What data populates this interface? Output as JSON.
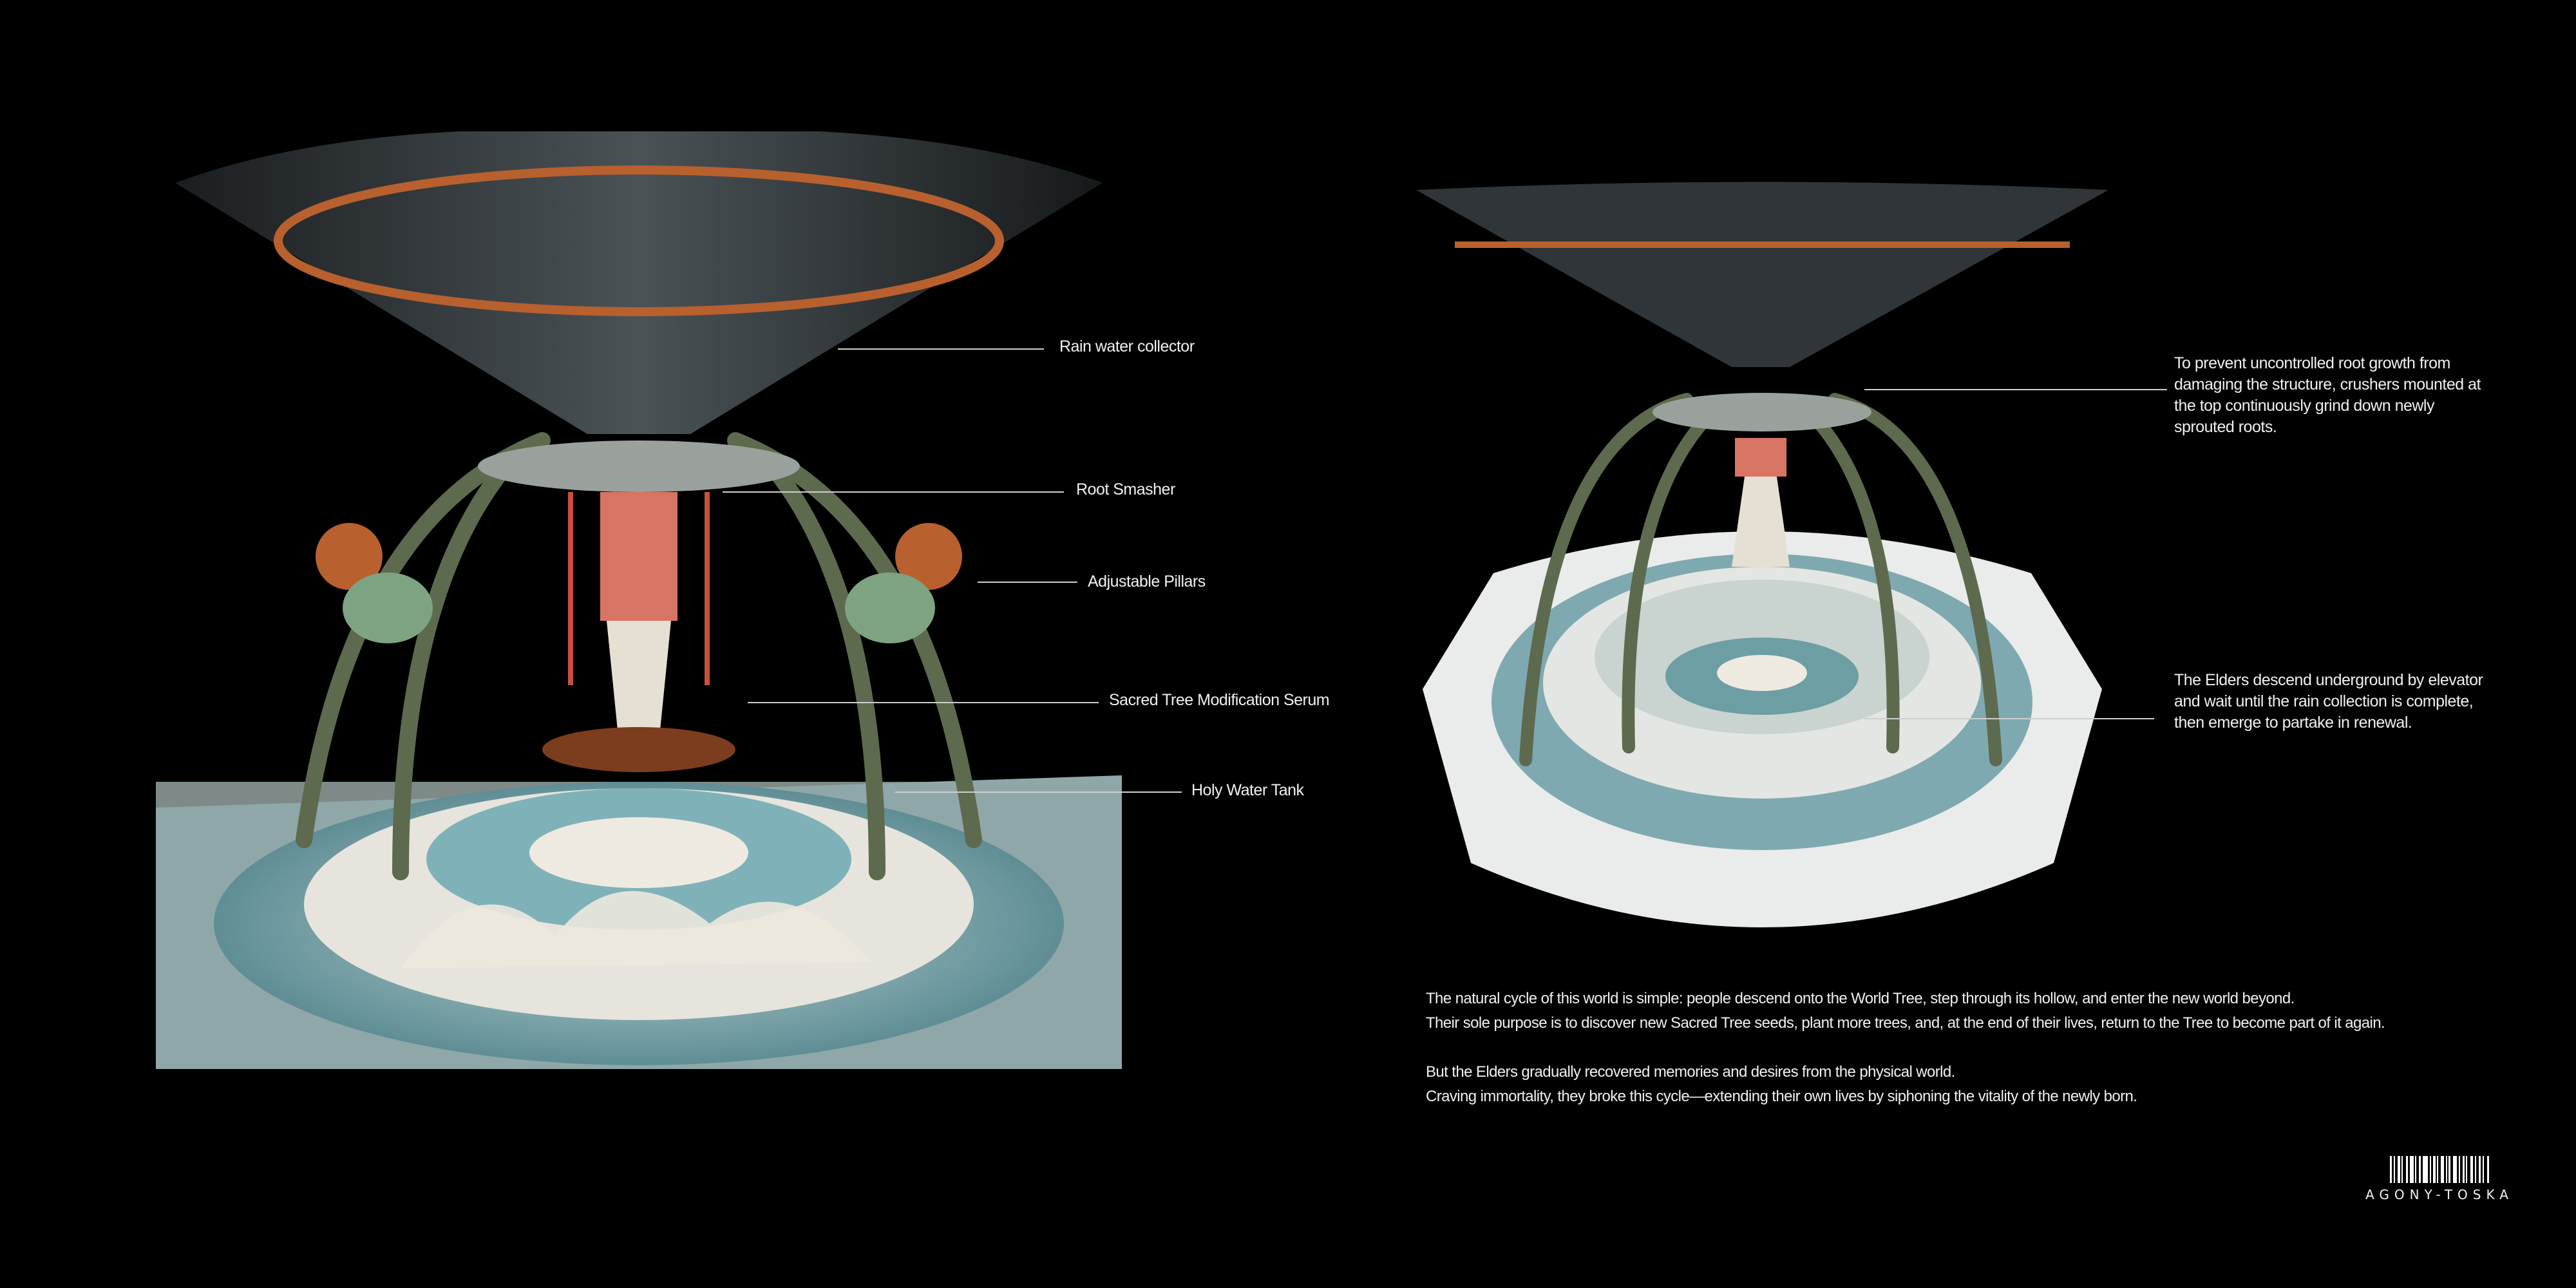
{
  "left_view": {
    "labels": [
      "Rain water collector",
      "Root Smasher",
      "Adjustable Pillars",
      "Sacred Tree Modification Serum",
      "Holy Water Tank"
    ]
  },
  "right_view": {
    "notes": [
      "To prevent uncontrolled root growth from damaging the structure, crushers mounted at the top continuously grind down newly sprouted roots.",
      "The Elders descend underground by elevator and wait until the rain collection is complete, then emerge to partake in renewal."
    ]
  },
  "story": {
    "paragraph1": [
      "The natural cycle of this world is simple: people descend onto the World Tree, step through its hollow, and enter the new world beyond.",
      "Their sole purpose is to discover new Sacred Tree seeds, plant more trees, and, at the end of their lives, return to the Tree to become part of it again."
    ],
    "paragraph2": [
      "But the Elders gradually recovered memories and desires from the physical world.",
      "Craving immortality, they broke this cycle—extending their own lives by siphoning the vitality of the newly born."
    ]
  },
  "logo": {
    "text": "AGONY-TOSKA"
  },
  "colors": {
    "background": "#000000",
    "text": "#f0f0f0",
    "copper": "#b8602e",
    "water": "#6f9ea6",
    "stone": "#d9dcd8"
  }
}
